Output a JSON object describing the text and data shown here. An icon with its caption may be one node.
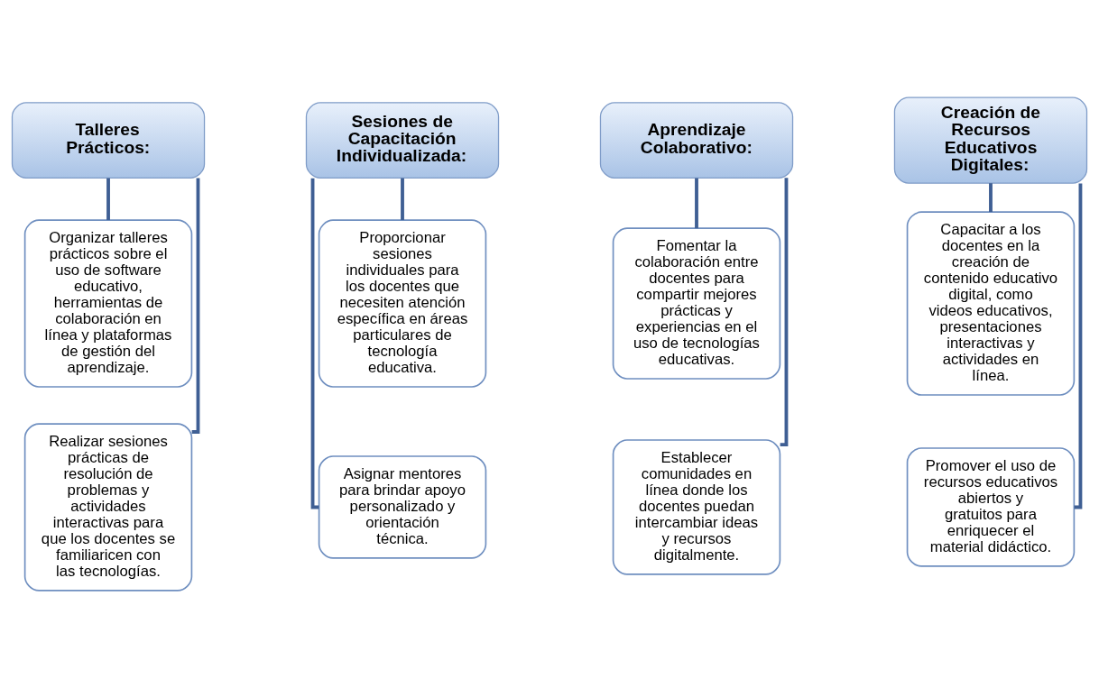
{
  "diagram": {
    "nodes": [
      {
        "text": [
          "Talleres Prácticos:"
        ]
      },
      {
        "text": [
          "Organizar talleres prácticos sobre el uso de software educativo, herramientas de colaboración en línea y plataformas de gestión del aprendizaje."
        ]
      },
      {
        "text": [
          "Realizar sesiones prácticas de resolución de problemas y actividades interactivas para que los docentes se familiaricen con las tecnologías."
        ]
      },
      {
        "text": [
          "Sesiones de Capacitación Individualizada:"
        ]
      },
      {
        "text": [
          "Proporcionar sesiones individuales para los docentes que necesiten atención específica en áreas particulares de tecnología educativa."
        ]
      },
      {
        "text": [
          "Asignar mentores para brindar apoyo personalizado y orientación técnica."
        ]
      },
      {
        "text": [
          "Aprendizaje Colaborativo:"
        ]
      },
      {
        "text": [
          "Fomentar la colaboración entre docentes para compartir mejores prácticas y experiencias en el uso de tecnologías educativas."
        ]
      },
      {
        "text": [
          "Establecer comunidades en línea donde los docentes puedan intercambiar ideas y recursos digitalmente."
        ]
      },
      {
        "text": [
          "Creación de Recursos Educativos Digitales:"
        ]
      },
      {
        "text": [
          "Capacitar a los docentes en la creación de contenido educativo digital, como videos educativos, presentaciones interactivas y actividades en línea."
        ]
      },
      {
        "text": [
          "Promover el uso de recursos educativos abiertos y gratuitos para enriquecer el material didáctico."
        ]
      }
    ],
    "edges": [
      {
        "from": 0,
        "to": 1,
        "arrow": "none"
      },
      {
        "from": 0,
        "to": 2,
        "arrow": "none"
      },
      {
        "from": 3,
        "to": 4,
        "arrow": "none"
      },
      {
        "from": 3,
        "to": 5,
        "arrow": "none"
      },
      {
        "from": 6,
        "to": 7,
        "arrow": "none"
      },
      {
        "from": 6,
        "to": 8,
        "arrow": "none"
      },
      {
        "from": 9,
        "to": 10,
        "arrow": "none"
      },
      {
        "from": 9,
        "to": 11,
        "arrow": "none"
      }
    ]
  }
}
